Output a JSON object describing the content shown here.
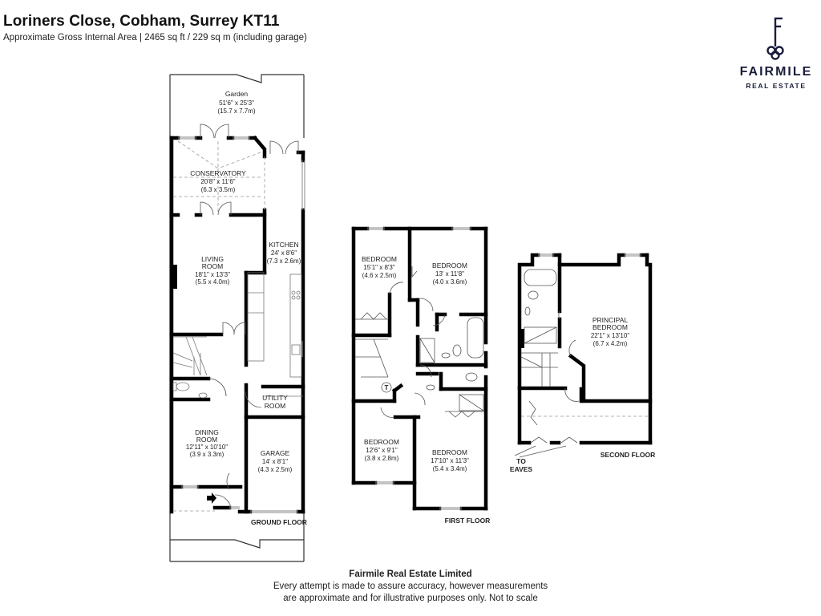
{
  "header": {
    "title": "Loriners Close, Cobham, Surrey KT11",
    "subtitle": "Approximate Gross Internal Area | 2465 sq ft / 229 sq m (including garage)"
  },
  "logo": {
    "icon": "key-icon",
    "name": "FAIRMILE",
    "tagline": "REAL ESTATE",
    "color": "#1a1d3a"
  },
  "floors": {
    "ground": {
      "label": "GROUND FLOOR",
      "rooms": [
        {
          "name": "Garden",
          "imperial": "51'6\" x 25'3\"",
          "metric": "(15.7 x 7.7m)"
        },
        {
          "name": "CONSERVATORY",
          "imperial": "20'8\" x 11'6\"",
          "metric": "(6.3 x 3.5m)"
        },
        {
          "name_lines": [
            "LIVING",
            "ROOM"
          ],
          "imperial": "18'1\" x 13'3\"",
          "metric": "(5.5 x 4.0m)"
        },
        {
          "name": "KITCHEN",
          "imperial": "24' x 8'6\"",
          "metric": "(7.3 x 2.6m)"
        },
        {
          "name_lines": [
            "UTILITY",
            "ROOM"
          ]
        },
        {
          "name_lines": [
            "DINING",
            "ROOM"
          ],
          "imperial": "12'11\" x 10'10\"",
          "metric": "(3.9 x 3.3m)"
        },
        {
          "name": "GARAGE",
          "imperial": "14' x 8'1\"",
          "metric": "(4.3 x 2.5m)"
        }
      ]
    },
    "first": {
      "label": "FIRST FLOOR",
      "rooms": [
        {
          "name": "BEDROOM",
          "imperial": "15'1\" x 8'3\"",
          "metric": "(4.6 x 2.5m)"
        },
        {
          "name": "BEDROOM",
          "imperial": "13' x 11'8\"",
          "metric": "(4.0 x 3.6m)"
        },
        {
          "name": "BEDROOM",
          "imperial": "12'6\" x 9'1\"",
          "metric": "(3.8 x 2.8m)"
        },
        {
          "name": "BEDROOM",
          "imperial": "17'10\" x 11'3\"",
          "metric": "(5.4 x 3.4m)"
        }
      ],
      "tank_symbol": "T"
    },
    "second": {
      "label": "SECOND FLOOR",
      "rooms": [
        {
          "name_lines": [
            "PRINCIPAL",
            "BEDROOM"
          ],
          "imperial": "22'1\" x 13'10\"",
          "metric": "(6.7 x 4.2m)"
        }
      ],
      "eaves_label": [
        "TO",
        "EAVES"
      ]
    }
  },
  "footer": {
    "company": "Fairmile Real Estate Limited",
    "line1": "Every attempt is made to assure accuracy, however measurements",
    "line2": "are approximate and for illustrative purposes only. Not to scale"
  }
}
